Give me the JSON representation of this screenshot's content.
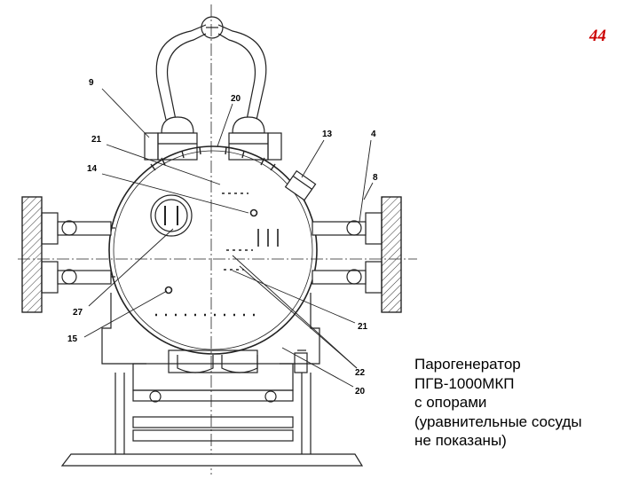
{
  "slide_number": "44",
  "caption": {
    "line1": "Парогенератор",
    "line2": "ПГВ-1000МКП",
    "line3": "с опорами",
    "line4": "(уравнительные сосуды",
    "line5": "не показаны)"
  },
  "callouts": {
    "c9": "9",
    "c20_top": "20",
    "c13": "13",
    "c4": "4",
    "c8": "8",
    "c21_left": "21",
    "c14": "14",
    "c27": "27",
    "c15": "15",
    "c21_right": "21",
    "c22": "22",
    "c20_bottom": "20"
  }
}
